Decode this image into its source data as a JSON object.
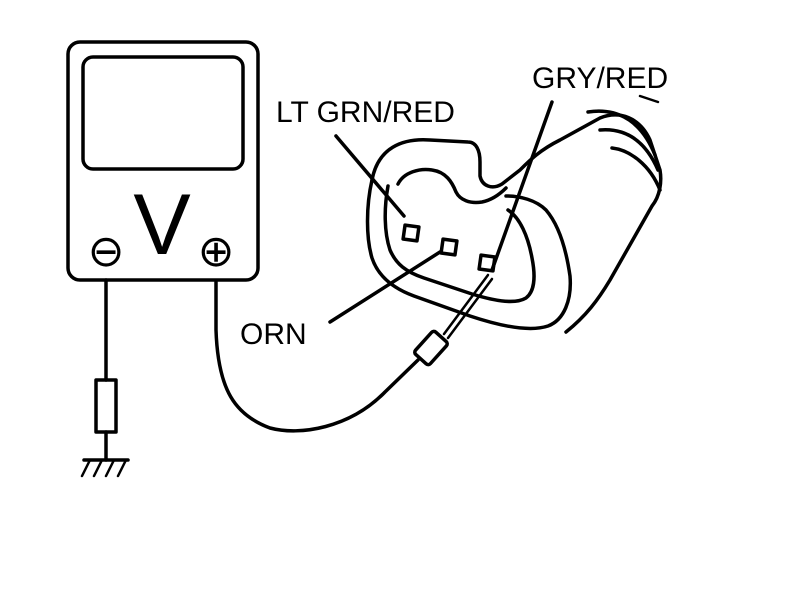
{
  "meter": {
    "function_symbol": "V",
    "negative_symbol": "⊖",
    "positive_symbol": "⊕"
  },
  "labels": {
    "gry_red": "GRY/RED",
    "lt_grn_red": "LT GRN/RED",
    "orn": "ORN"
  },
  "colors": {
    "ink": "#000000",
    "background": "#ffffff"
  }
}
